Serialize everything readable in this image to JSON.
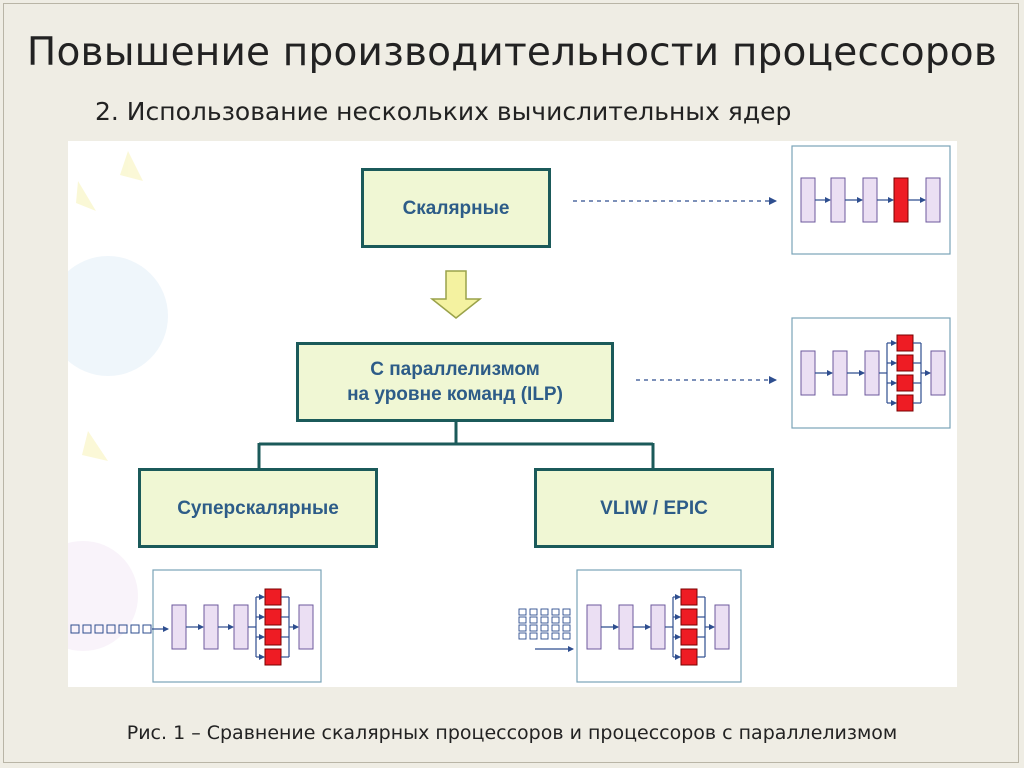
{
  "slide": {
    "title": "Повышение производительности процессоров",
    "subtitle": "2. Использование нескольких вычислительных ядер",
    "caption": "Рис. 1 – Сравнение скалярных процессоров и процессоров с параллелизмом"
  },
  "diagram": {
    "nodes": {
      "scalar": "Скалярные",
      "ilp": "С параллелизмом\nна уровне команд (ILP)",
      "superscalar": "Суперскалярные",
      "vliw": "VLIW / EPIC"
    }
  },
  "colors": {
    "node_fill": "#f0f7d4",
    "node_border": "#1b5a5a",
    "node_text": "#2d5c88",
    "pipeline_stage": "#ebdff3",
    "pipeline_stage_border": "#6d5a9c",
    "execution_unit": "#ee1c24",
    "arrow": "#2e4e8f",
    "down_arrow_fill": "#f4f2a0"
  }
}
